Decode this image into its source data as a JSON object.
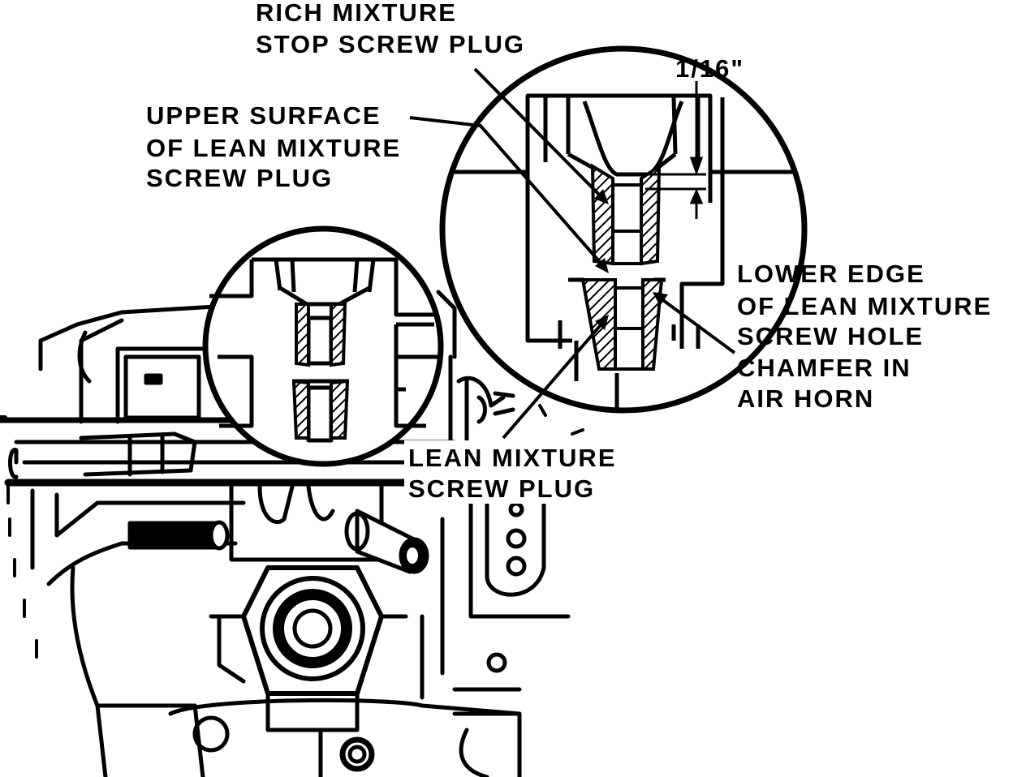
{
  "labels": {
    "rich_mixture_stop": [
      "RICH MIXTURE",
      "STOP SCREW PLUG"
    ],
    "dimension": "1/16\"",
    "upper_surface": [
      "UPPER SURFACE",
      "OF LEAN MIXTURE",
      "SCREW PLUG"
    ],
    "lower_edge": [
      "LOWER EDGE",
      "OF LEAN MIXTURE",
      "SCREW HOLE",
      "CHAMFER IN",
      "AIR HORN"
    ],
    "lean_mixture_plug": [
      "LEAN MIXTURE",
      "SCREW PLUG"
    ]
  },
  "colors": {
    "ink": "#000000",
    "paper": "#ffffff"
  }
}
